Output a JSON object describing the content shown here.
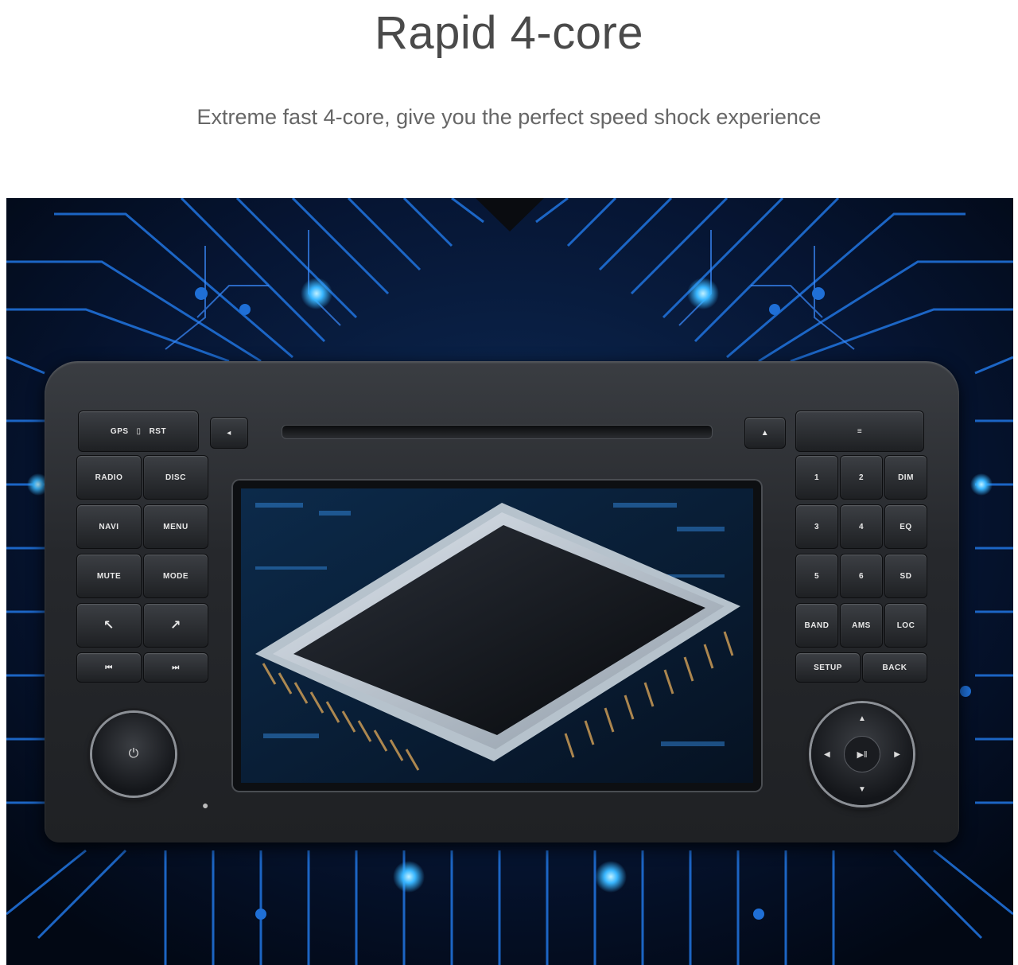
{
  "headline": "Rapid 4-core",
  "subline": "Extreme fast 4-core, give you the perfect speed shock experience",
  "device": {
    "top_left": [
      "GPS",
      "RST"
    ],
    "left_buttons": [
      "RADIO",
      "DISC",
      "NAVI",
      "MENU",
      "MUTE",
      "MODE",
      "↖",
      "↗",
      "⏮",
      "⏭"
    ],
    "top_right": [
      "≡"
    ],
    "right_buttons": [
      "1",
      "2",
      "DIM",
      "3",
      "4",
      "EQ",
      "5",
      "6",
      "SD",
      "BAND",
      "AMS",
      "LOC",
      "SETUP",
      "BACK"
    ],
    "power_symbol": "⏻",
    "dpad_center": "▶‖",
    "eject_symbol": "▲",
    "open_symbol": "◂"
  },
  "colors": {
    "circuit_blue": "#1f6fd6",
    "circuit_glow": "#39b6ff",
    "bezel": "#2a2c30"
  }
}
